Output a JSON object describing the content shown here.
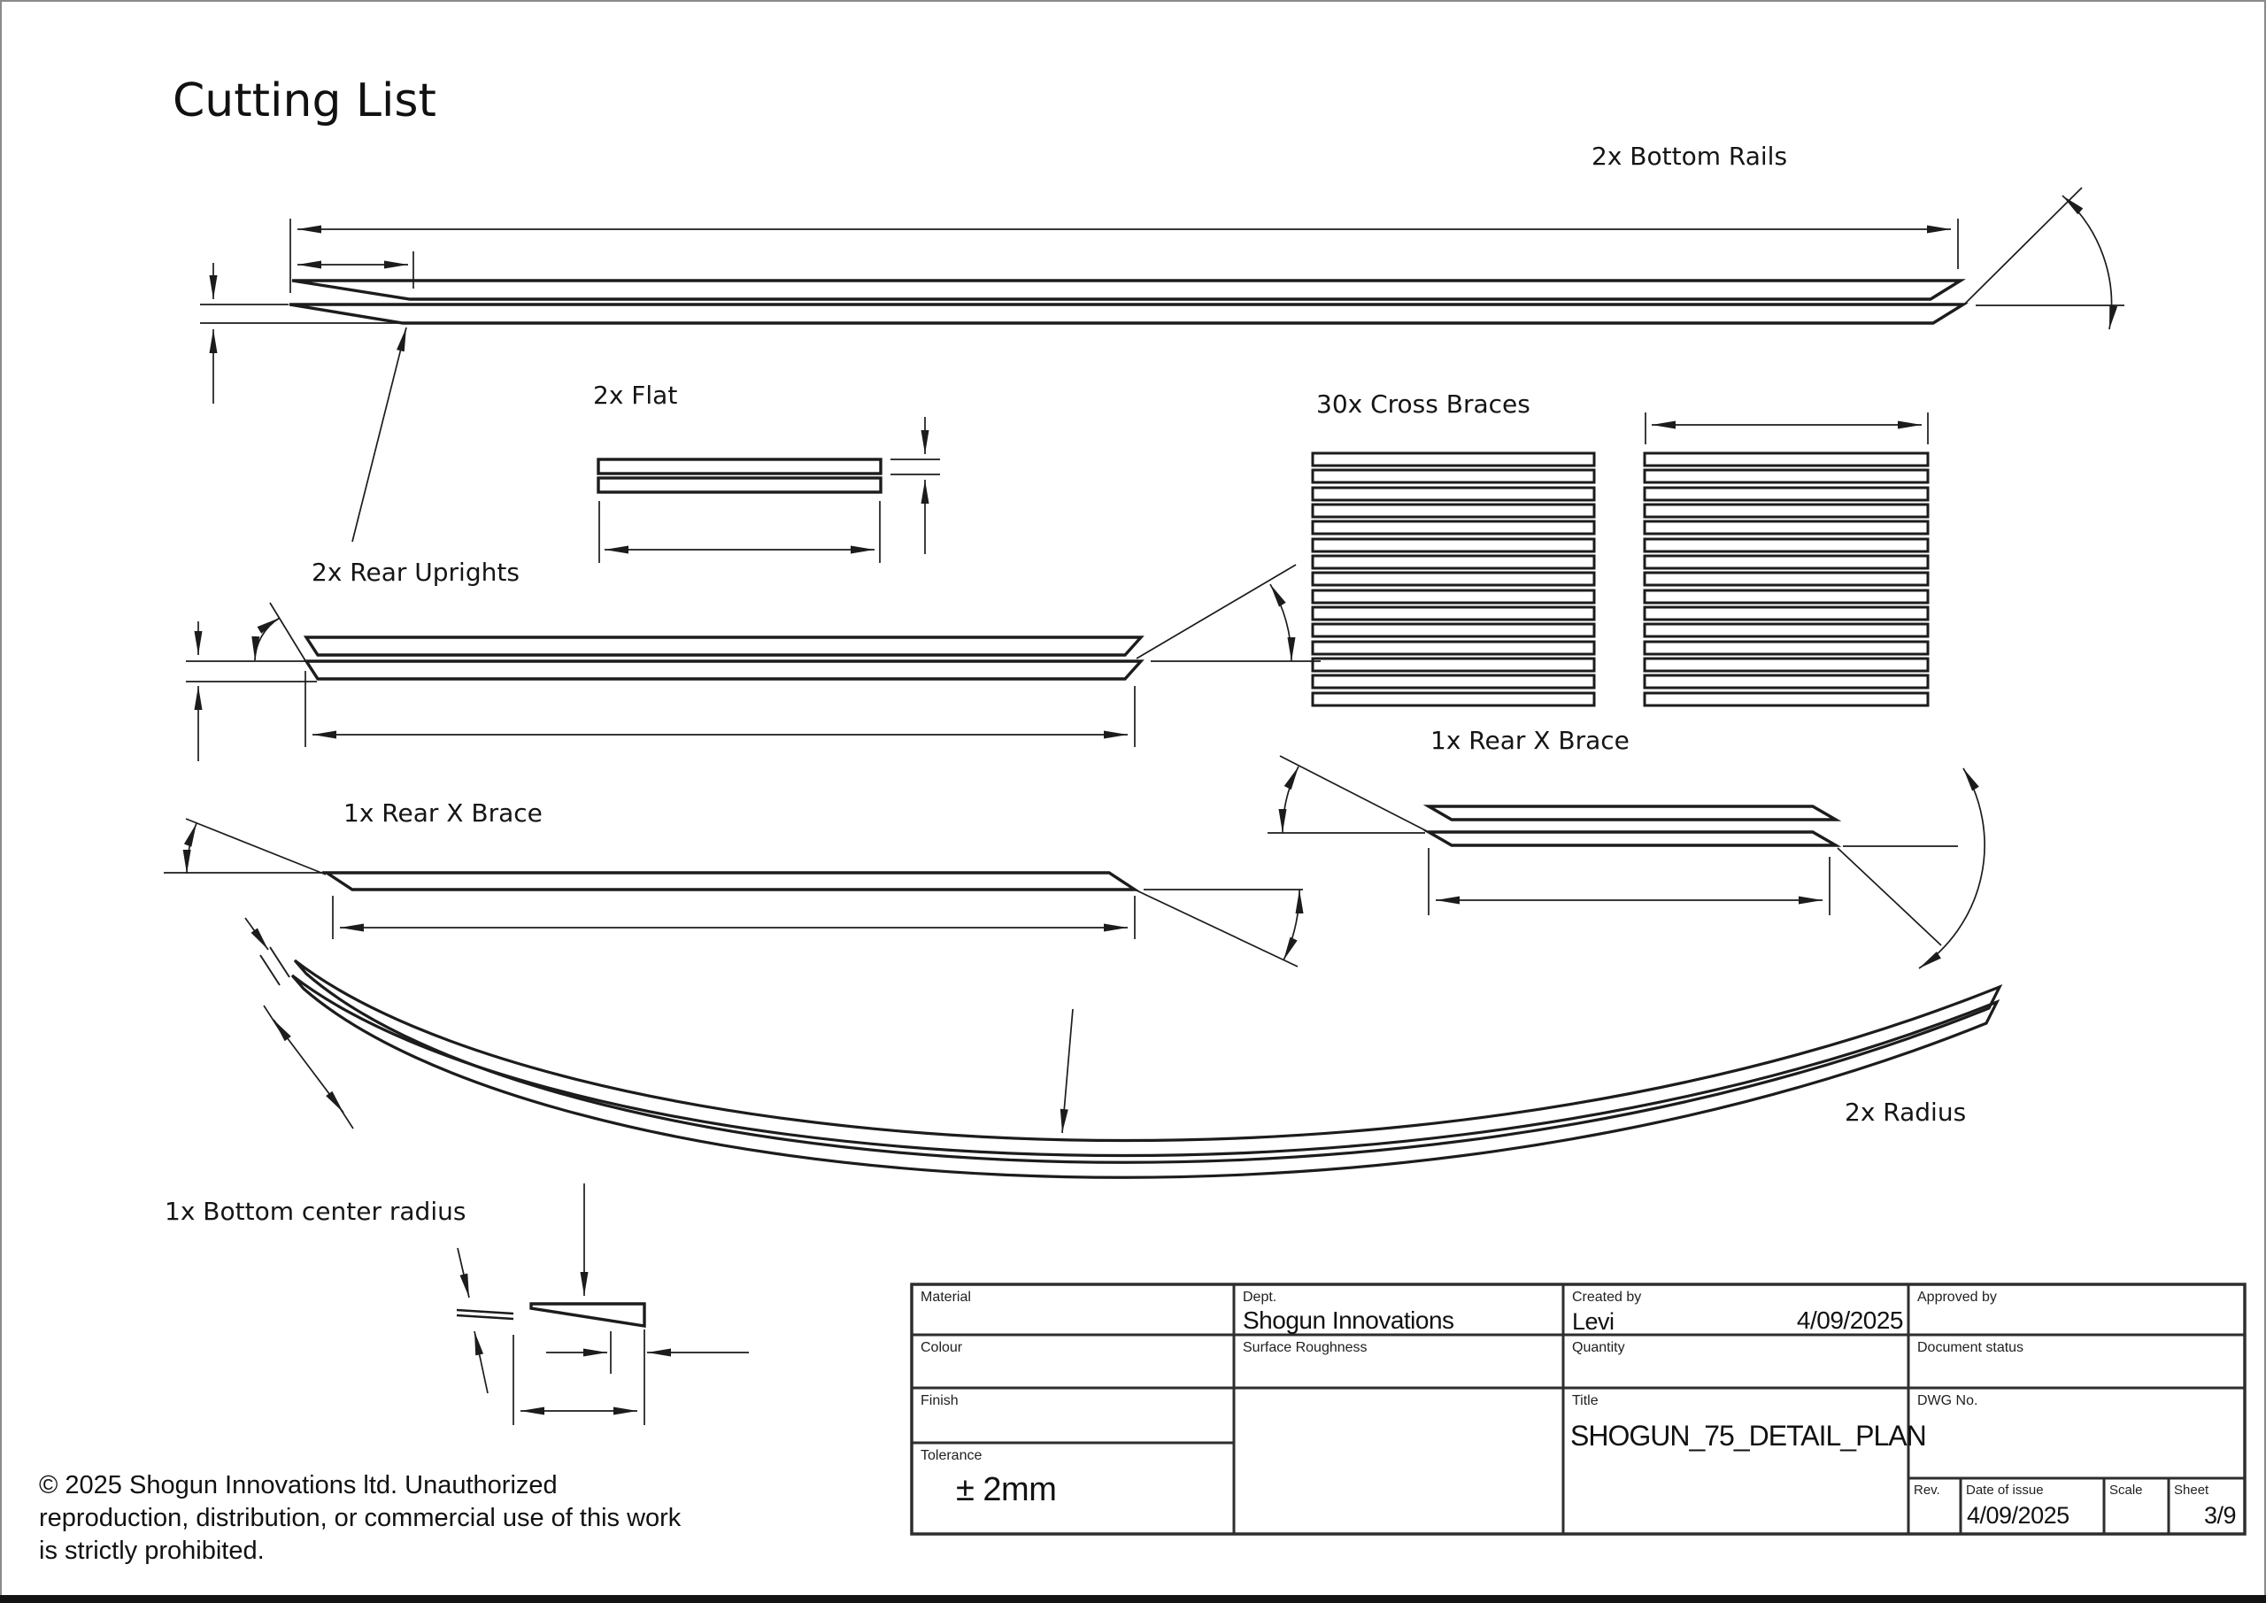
{
  "page": {
    "title": "Cutting List",
    "copyright": [
      "© 2025 Shogun Innovations ltd. Unauthorized",
      "reproduction, distribution, or commercial use of this work",
      "is strictly prohibited."
    ]
  },
  "parts": {
    "bottom_rails": "2x Bottom Rails",
    "flat": "2x Flat",
    "cross_braces": "30x Cross Braces",
    "rear_uprights": "2x Rear Uprights",
    "rear_x_brace_left": "1x Rear X Brace",
    "rear_x_brace_right": "1x Rear X Brace",
    "radius": "2x Radius",
    "bottom_center_radius": "1x Bottom center radius"
  },
  "title_block": {
    "material": {
      "label": "Material",
      "value": ""
    },
    "dept": {
      "label": "Dept.",
      "value": "Shogun Innovations"
    },
    "created_by": {
      "label": "Created by",
      "value": "Levi",
      "date": "4/09/2025"
    },
    "approved_by": {
      "label": "Approved by",
      "value": ""
    },
    "colour": {
      "label": "Colour",
      "value": ""
    },
    "surface_roughness": {
      "label": "Surface Roughness",
      "value": ""
    },
    "quantity": {
      "label": "Quantity",
      "value": ""
    },
    "document_status": {
      "label": "Document status",
      "value": ""
    },
    "finish": {
      "label": "Finish",
      "value": ""
    },
    "title": {
      "label": "Title",
      "value": "SHOGUN_75_DETAIL_PLAN"
    },
    "dwg_no": {
      "label": "DWG No.",
      "value": ""
    },
    "tolerance": {
      "label": "Tolerance",
      "value": "± 2mm"
    },
    "rev": {
      "label": "Rev.",
      "value": ""
    },
    "date_of_issue": {
      "label": "Date of issue",
      "value": "4/09/2025"
    },
    "scale": {
      "label": "Scale",
      "value": ""
    },
    "sheet": {
      "label": "Sheet",
      "value": "3/9"
    }
  },
  "colors": {
    "line": "#1c1c1c",
    "grid": "#2e2e2e",
    "background": "#ffffff",
    "text": "#111111"
  }
}
